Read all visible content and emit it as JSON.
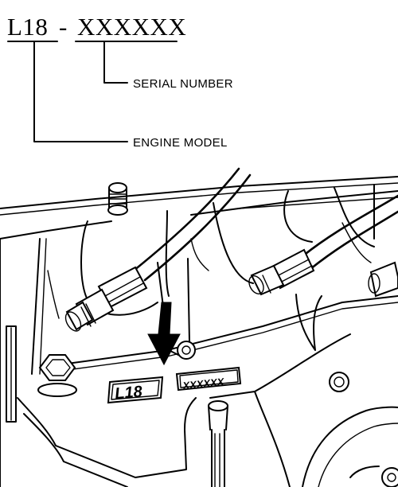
{
  "code": {
    "model": "L18",
    "separator": "-",
    "serial": "XXXXXX"
  },
  "labels": {
    "serial_number": "SERIAL NUMBER",
    "engine_model": "ENGINE MODEL"
  },
  "stamps": {
    "model": "L18",
    "serial": "XXXXXX"
  }
}
